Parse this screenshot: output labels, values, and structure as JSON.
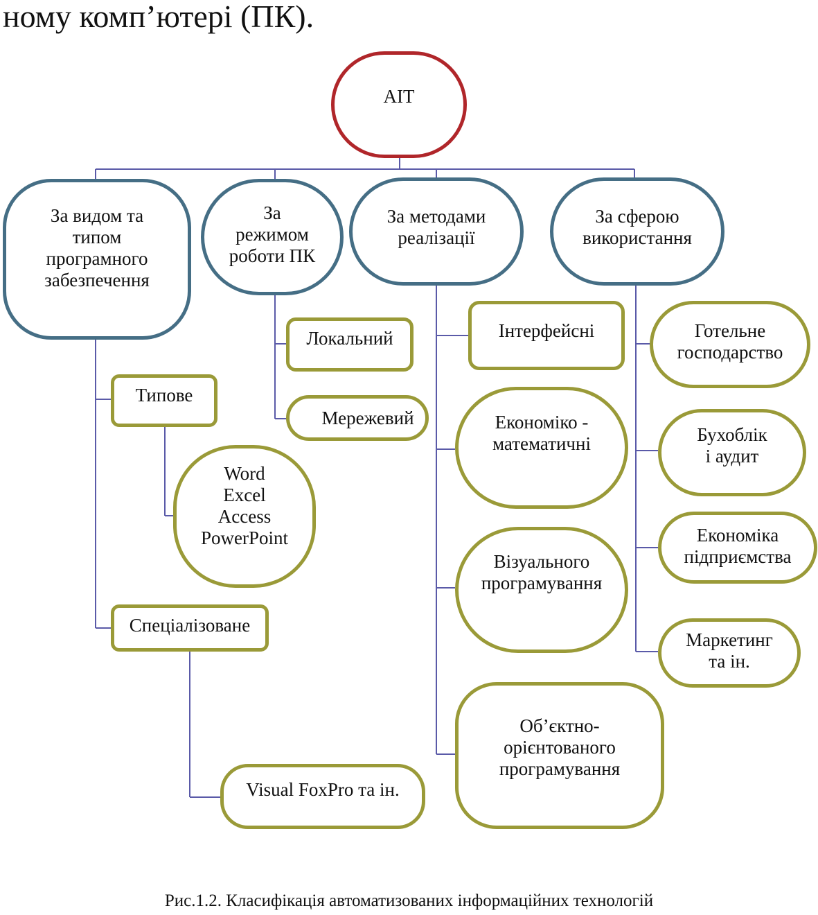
{
  "top_text": "ному комп’ютері (ПК).",
  "root": "АІТ",
  "categories": [
    "За видом та\nтипом\nпрограмного\nзабезпечення",
    "За\nрежимом\nроботи ПК",
    "За методами\nреалізації",
    "За сферою\nвикористання"
  ],
  "software": {
    "typical": "Типове",
    "typical_items": "Word\nExcel\nAccess\nPowerPoint",
    "specialized": "Спеціалізоване",
    "specialized_items": "Visual FoxPro та ін."
  },
  "pc_mode": [
    "Локальний",
    "Мережевий"
  ],
  "methods": [
    "Інтерфейсні",
    "Економіко -\nматематичні",
    "Візуального\nпрограмування",
    "Об’єктно-\nорієнтованого\nпрограмування"
  ],
  "spheres": [
    "Готельне\nгосподарство",
    "Бухоблік\nі аудит",
    "Економіка\nпідприємства",
    "Маркетинг\nта ін."
  ],
  "caption": "Рис.1.2. Класифікація автоматизованих інформаційних технологій",
  "colors": {
    "root_border": "#b0262a",
    "category_border": "#456e85",
    "leaf_border": "#9a9a38",
    "connector": "#5a5aa8"
  }
}
